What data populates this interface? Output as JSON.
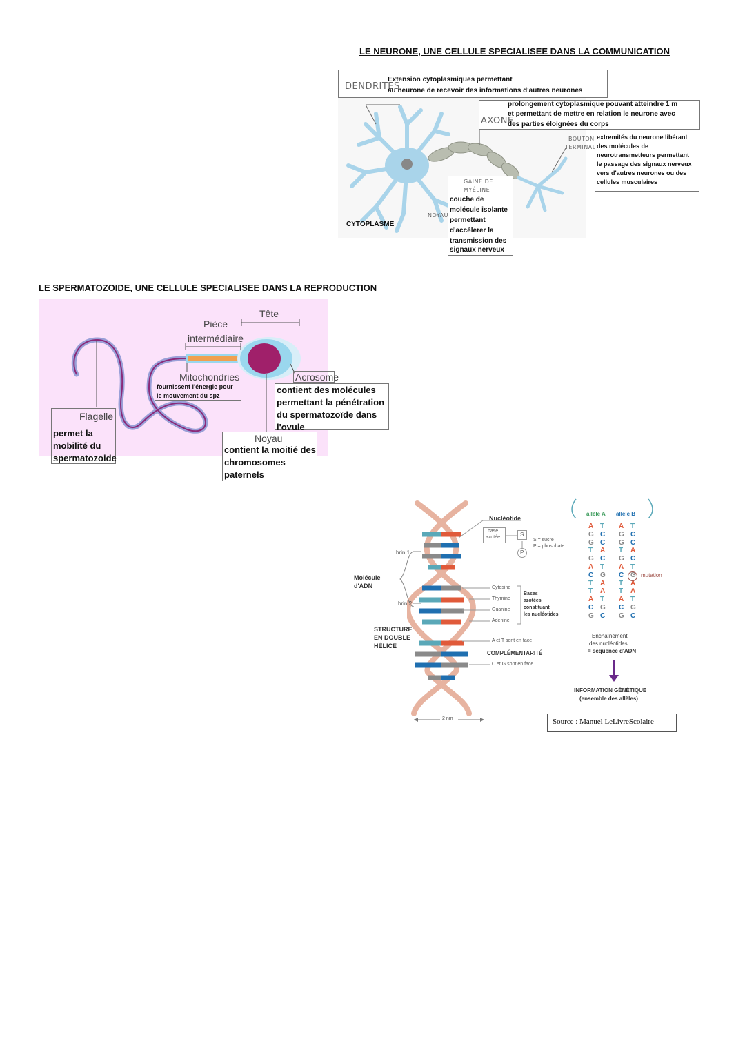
{
  "neuron": {
    "title": "LE NEURONE, UNE CELLULE SPECIALISEE DANS LA COMMUNICATION",
    "dendrites": {
      "label": "DENDRITES",
      "line1": "Extension cytoplasmiques permettant",
      "line2": "au neurone de recevoir des informations d'autres neurones"
    },
    "axone": {
      "label": "AXONE",
      "line1": "prolongement cytoplasmique pouvant atteindre 1 m",
      "line2": "et permettant de mettre en relation le neurone avec",
      "line3": "des parties éloignées du corps"
    },
    "boutons": {
      "label1": "BOUTONS",
      "label2": "TERMINAUX",
      "lines": [
        "extremités du neurone libérant",
        "des molécules de",
        "neurotransmetteurs permettant",
        "le passage des signaux nerveux",
        "vers d'autres neurones ou des",
        "cellules musculaires"
      ]
    },
    "gaine": {
      "label1": "GAINE DE",
      "label2": "MYÉLINE",
      "lines": [
        "couche de",
        "molécule isolante",
        "permettant",
        "d'accélerer la",
        "transmission des",
        "signaux nerveux"
      ]
    },
    "noyau": "NOYAU",
    "cytoplasme": "CYTOPLASME"
  },
  "sperm": {
    "title": "LE SPERMATOZOIDE, UNE CELLULE SPECIALISEE DANS LA REPRODUCTION",
    "tete": "Tête",
    "piece1": "Pièce",
    "piece2": "intermédiaire",
    "mito": {
      "label": "Mitochondries",
      "line1": "fournissent l'énergie pour",
      "line2": "le mouvement du spz"
    },
    "acrosome": {
      "label": "Acrosome",
      "lines": [
        "contient des molécules",
        "permettant la pénétration",
        "du spermatozoïde dans",
        "l'ovule"
      ]
    },
    "flagelle": {
      "label": "Flagelle",
      "lines": [
        "permet la",
        "mobilité du",
        "spermatozoide"
      ]
    },
    "noyau": {
      "label": "Noyau",
      "lines": [
        "contient la moitié des",
        "chromosomes",
        "paternels"
      ]
    }
  },
  "dna": {
    "nucleotide": "Nucléotide",
    "base1": "base",
    "base2": "azotée",
    "s_label": "S",
    "p_label": "P",
    "legend_s": "S = sucre",
    "legend_p": "P = phosphate",
    "brin1": "brin 1",
    "brin2": "brin 2",
    "molecule1": "Molécule",
    "molecule2": "d'ADN",
    "structure": [
      "STRUCTURE",
      "EN DOUBLE",
      "HÉLICE"
    ],
    "bases": [
      "Cytosine",
      "Thymine",
      "Guanine",
      "Adénine"
    ],
    "bases_caption": [
      "Bases",
      "azotées",
      "constituant",
      "les nucléotides"
    ],
    "at_face": "A et T sont en face",
    "complementarity": "COMPLÉMENTARITÉ",
    "cg_face": "C et G sont en face",
    "width": "2 nm",
    "allele_a": "allèle A",
    "allele_b": "allèle B",
    "allele_a_col1": [
      "A",
      "G",
      "G",
      "T",
      "G",
      "A",
      "C",
      "T",
      "T",
      "A",
      "C",
      "G"
    ],
    "allele_a_col2": [
      "T",
      "C",
      "C",
      "A",
      "C",
      "T",
      "G",
      "A",
      "A",
      "T",
      "G",
      "C"
    ],
    "allele_b_col1": [
      "A",
      "G",
      "G",
      "T",
      "G",
      "A",
      "C",
      "T",
      "T",
      "A",
      "C",
      "G"
    ],
    "allele_b_col2": [
      "T",
      "C",
      "C",
      "A",
      "C",
      "T",
      "G",
      "A",
      "A",
      "T",
      "G",
      "C"
    ],
    "mutation": "mutation",
    "enchainement": [
      "Enchaînement",
      "des nucléotides",
      "= séquence d'ADN"
    ],
    "info1": "INFORMATION GÉNÉTIQUE",
    "info2": "(ensemble des allèles)",
    "source": "Source : Manuel LeLivreScolaire",
    "colors": {
      "A": "#e05a3a",
      "T": "#5aa8b8",
      "G": "#8a8a8a",
      "C": "#1f6fb0",
      "accent": "#6a2a8a"
    }
  }
}
